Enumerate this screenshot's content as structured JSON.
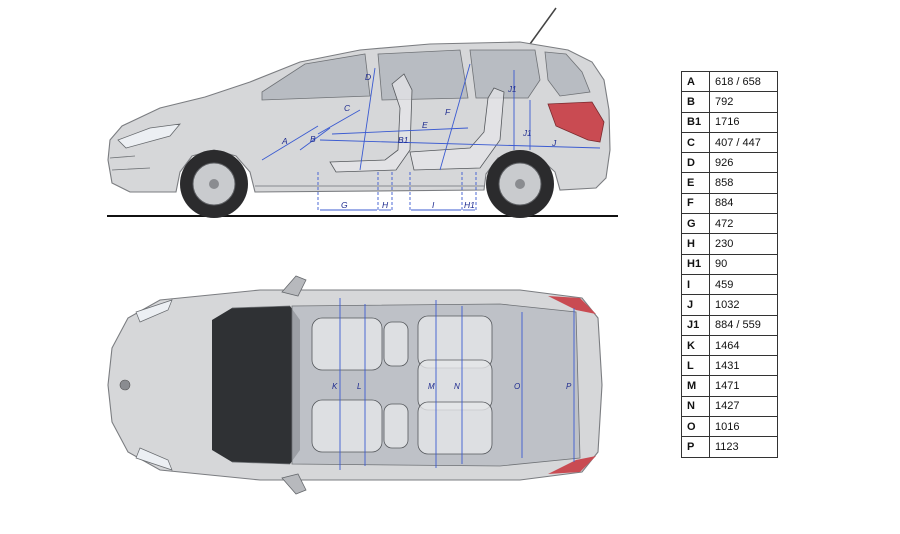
{
  "dimension_labels": {
    "A": "A",
    "B": "B",
    "B1": "B1",
    "C": "C",
    "D": "D",
    "E": "E",
    "F": "F",
    "G": "G",
    "H": "H",
    "H1": "H1",
    "I": "I",
    "J": "J",
    "J1": "J1",
    "K": "K",
    "L": "L",
    "M": "M",
    "N": "N",
    "O": "O",
    "P": "P"
  },
  "specs": [
    {
      "key": "A",
      "value": "618 / 658"
    },
    {
      "key": "B",
      "value": "792"
    },
    {
      "key": "B1",
      "value": "1716"
    },
    {
      "key": "C",
      "value": "407 / 447"
    },
    {
      "key": "D",
      "value": "926"
    },
    {
      "key": "E",
      "value": "858"
    },
    {
      "key": "F",
      "value": "884"
    },
    {
      "key": "G",
      "value": "472"
    },
    {
      "key": "H",
      "value": "230"
    },
    {
      "key": "H1",
      "value": "90"
    },
    {
      "key": "I",
      "value": "459"
    },
    {
      "key": "J",
      "value": "1032"
    },
    {
      "key": "J1",
      "value": "884 / 559"
    },
    {
      "key": "K",
      "value": "1464"
    },
    {
      "key": "L",
      "value": "1431"
    },
    {
      "key": "M",
      "value": "1471"
    },
    {
      "key": "N",
      "value": "1427"
    },
    {
      "key": "O",
      "value": "1016"
    },
    {
      "key": "P",
      "value": "1123"
    }
  ]
}
